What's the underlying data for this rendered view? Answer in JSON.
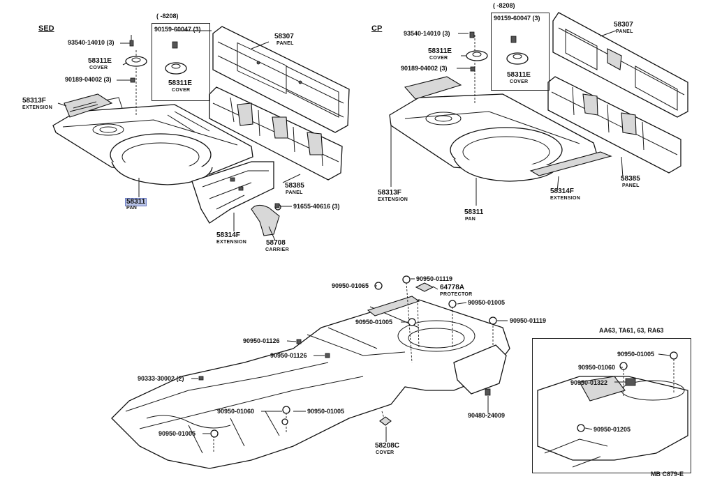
{
  "diagram": {
    "sections": {
      "sed": "SED",
      "cp": "CP",
      "year_sed": "(      -8208)",
      "year_cp": "(      -8208)",
      "variant": "AA63, TA61, 63, RA63",
      "page_code": "MB  C879-E"
    },
    "sed": {
      "p1": "93540-14010 (3)",
      "p2_num": "58311E",
      "p2_name": "COVER",
      "p3": "90189-04002 (3)",
      "p4_num": "58313F",
      "p4_name": "EXTENSION",
      "p5_num": "58311",
      "p5_name": "PAN",
      "p6": "90159-60047 (3)",
      "p7_num": "58311E",
      "p7_name": "COVER",
      "p8_num": "58307",
      "p8_name": "PANEL",
      "p9_num": "58385",
      "p9_name": "PANEL",
      "p10": "91655-40616 (3)",
      "p11_num": "58314F",
      "p11_name": "EXTENSION",
      "p12_num": "58708",
      "p12_name": "CARRIER"
    },
    "cp": {
      "p1": "93540-14010 (3)",
      "p2_num": "58311E",
      "p2_name": "COVER",
      "p3": "90189-04002 (3)",
      "p4": "90159-60047 (3)",
      "p5_num": "58311E",
      "p5_name": "COVER",
      "p6_num": "58307",
      "p6_name": "PANEL",
      "p7_num": "58385",
      "p7_name": "PANEL",
      "p8_num": "58314F",
      "p8_name": "EXTENSION",
      "p9_num": "58313F",
      "p9_name": "EXTENSION",
      "p10_num": "58311",
      "p10_name": "PAN"
    },
    "floor": {
      "p1": "90950-01119",
      "p2": "90950-01065",
      "p3_num": "64778A",
      "p3_name": "PROTECTOR",
      "p4": "90950-01005",
      "p5": "90950-01005",
      "p6": "90950-01119",
      "p7": "90950-01126",
      "p8": "90950-01126",
      "p9": "90333-30002 (2)",
      "p10": "90950-01060",
      "p11": "90950-01005",
      "p12": "90950-01005",
      "p13": "90480-24009",
      "p14_num": "58208C",
      "p14_name": "COVER"
    },
    "inset": {
      "p1": "90950-01005",
      "p2": "90950-01060",
      "p3": "90950-01322",
      "p4": "90950-01205"
    }
  }
}
